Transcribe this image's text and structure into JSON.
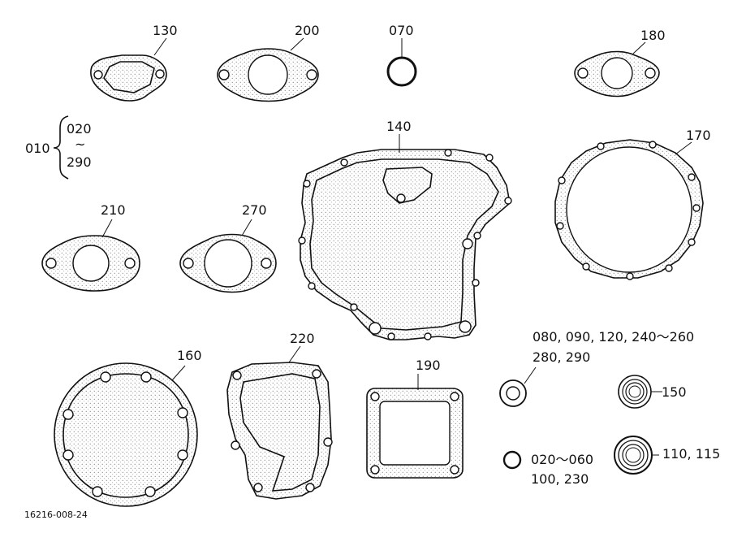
{
  "labels": {
    "p130": "130",
    "p200": "200",
    "p070": "070",
    "p180": "180",
    "p010": "010",
    "p020": "020",
    "tilde": "~",
    "p290": "290",
    "p140": "140",
    "p170": "170",
    "p210": "210",
    "p270": "270",
    "p220": "220",
    "p160": "160",
    "p190": "190",
    "p150": "150",
    "group_a_line1": "080, 090, 120, 240～260",
    "group_a_line2": "280, 290",
    "group_b_line1": "020～060",
    "group_b_line2": "100, 230",
    "p110_115": "110, 115"
  },
  "diagram_code": "16216-008-24"
}
